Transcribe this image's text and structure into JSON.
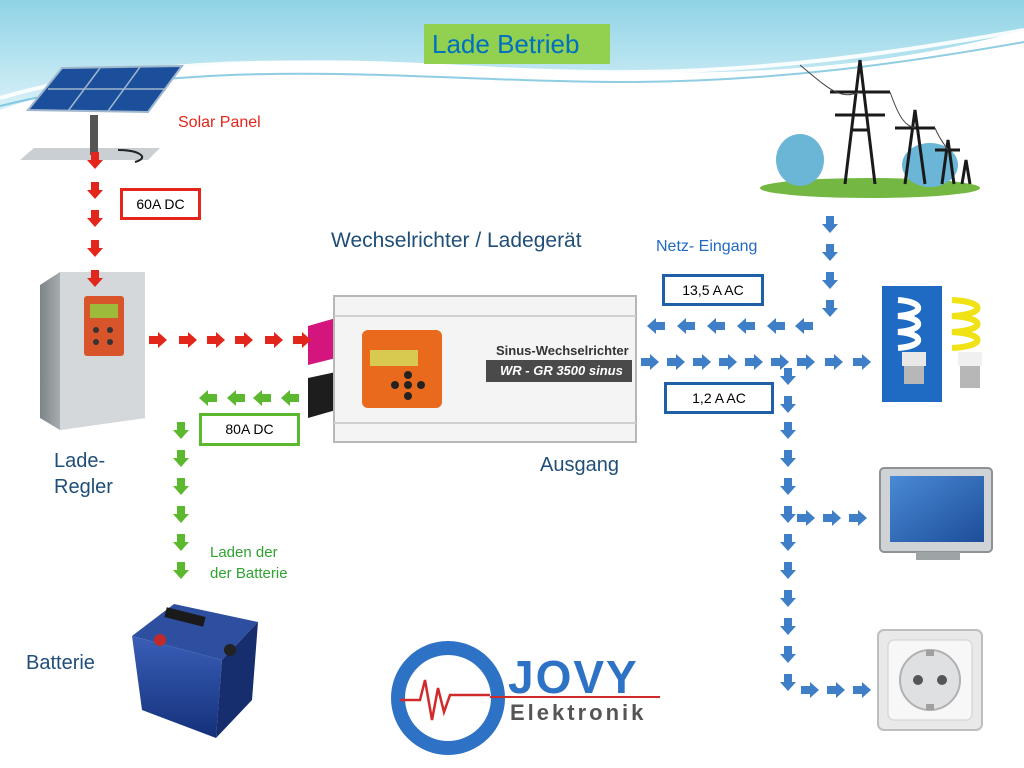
{
  "title": "Lade Betrieb",
  "labels": {
    "solar_panel": "Solar Panel",
    "inverter_title": "Wechselrichter / Ladegerät",
    "grid_input": "Netz- Eingang",
    "output": "Ausgang",
    "charge_controller_line1": "Lade-",
    "charge_controller_line2": "Regler",
    "charging_line1": "Laden der",
    "charging_line2": "der Batterie",
    "battery": "Batterie"
  },
  "values": {
    "solar_current": "60A  DC",
    "battery_current": "80A  DC",
    "grid_current": "13,5 A  AC",
    "output_current": "1,2 A  AC"
  },
  "device": {
    "name": "Sinus-Wechselrichter",
    "model": "WR - GR 3500 sinus"
  },
  "logo": {
    "name": "JOVY",
    "sub": "Elektronik"
  },
  "colors": {
    "solar_arrows": "#e3261b",
    "battery_arrows": "#5cb82f",
    "ac_arrows": "#3f7fc7",
    "title_bg": "#92d050",
    "title_text": "#0070c0",
    "solar_box": "#e3261b",
    "battery_box": "#5cb82f",
    "ac_box": "#1f5fa8"
  },
  "icons": [
    "solar-panel-icon",
    "power-pylon-icon",
    "charge-controller-icon",
    "inverter-icon",
    "light-bulb-icon",
    "tv-icon",
    "power-socket-icon",
    "battery-icon",
    "jovy-logo-icon"
  ]
}
